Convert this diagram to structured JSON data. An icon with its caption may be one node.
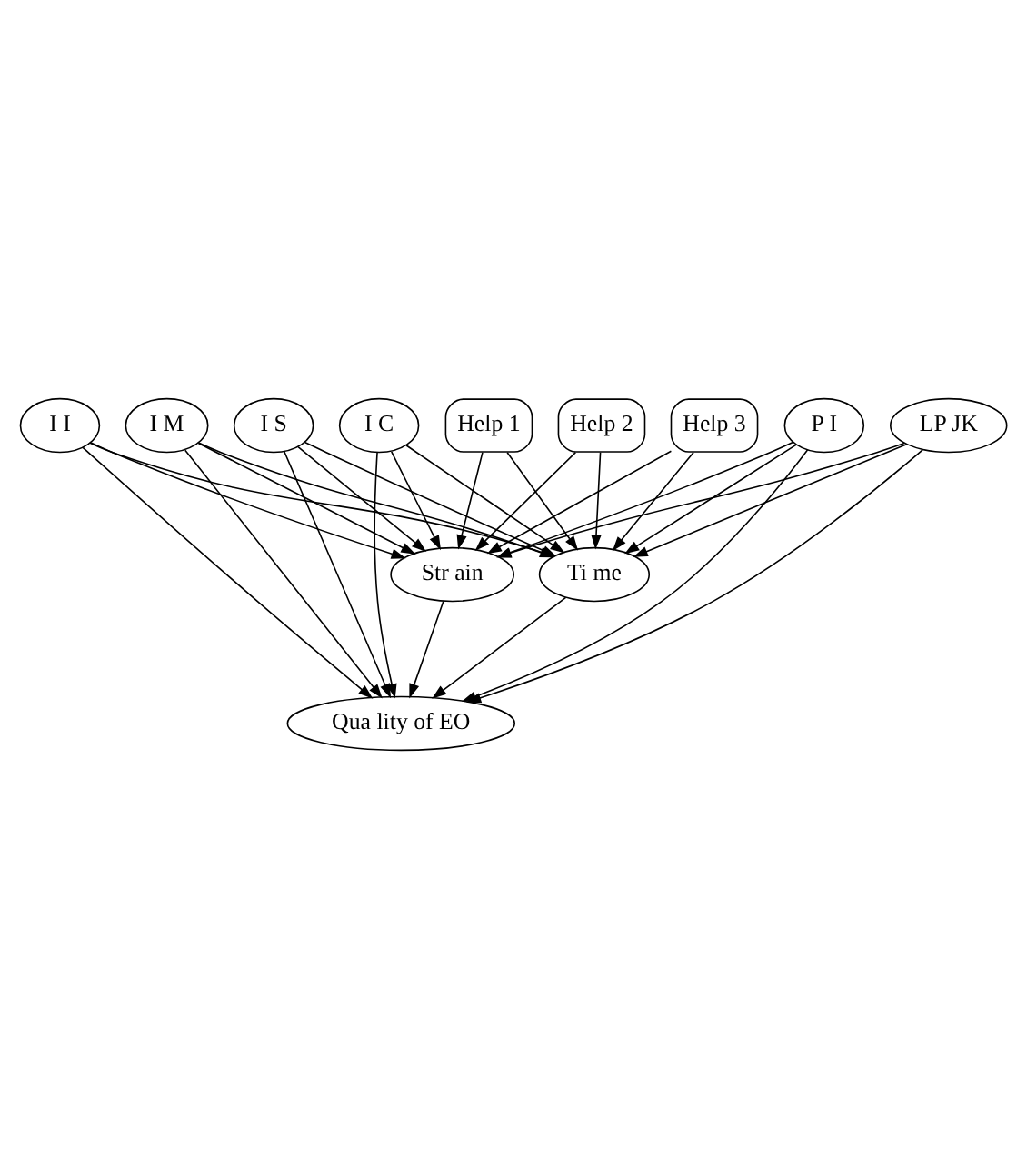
{
  "diagram": {
    "nodes": [
      {
        "text": [
          "Help 1"
        ]
      },
      {
        "text": [
          "Help 2"
        ]
      },
      {
        "text": [
          "Help 3"
        ]
      },
      {
        "text": [
          "I I"
        ]
      },
      {
        "text": [
          "I M"
        ]
      },
      {
        "text": [
          "I S"
        ]
      },
      {
        "text": [
          "I C"
        ]
      },
      {
        "text": [
          "P I"
        ]
      },
      {
        "text": [
          "LP JK"
        ]
      },
      {
        "text": [
          "Ti me"
        ]
      },
      {
        "text": [
          "Str ain"
        ]
      },
      {
        "text": [
          "Qua lity of EO"
        ]
      }
    ],
    "edges": [
      {
        "from": 0,
        "to": 9,
        "arrow": "to"
      },
      {
        "from": 0,
        "to": 10,
        "arrow": "to"
      },
      {
        "from": 1,
        "to": 9,
        "arrow": "to"
      },
      {
        "from": 1,
        "to": 10,
        "arrow": "to"
      },
      {
        "from": 2,
        "to": 9,
        "arrow": "to"
      },
      {
        "from": 2,
        "to": 10,
        "arrow": "to"
      },
      {
        "from": 3,
        "to": 9,
        "arrow": "to"
      },
      {
        "from": 3,
        "to": 10,
        "arrow": "to"
      },
      {
        "from": 3,
        "to": 11,
        "arrow": "to"
      },
      {
        "from": 4,
        "to": 9,
        "arrow": "to"
      },
      {
        "from": 4,
        "to": 10,
        "arrow": "to"
      },
      {
        "from": 4,
        "to": 11,
        "arrow": "to"
      },
      {
        "from": 5,
        "to": 9,
        "arrow": "to"
      },
      {
        "from": 5,
        "to": 10,
        "arrow": "to"
      },
      {
        "from": 5,
        "to": 11,
        "arrow": "to"
      },
      {
        "from": 6,
        "to": 9,
        "arrow": "to"
      },
      {
        "from": 6,
        "to": 10,
        "arrow": "to"
      },
      {
        "from": 6,
        "to": 11,
        "arrow": "to"
      },
      {
        "from": 7,
        "to": 9,
        "arrow": "to"
      },
      {
        "from": 7,
        "to": 10,
        "arrow": "to"
      },
      {
        "from": 7,
        "to": 11,
        "arrow": "to"
      },
      {
        "from": 8,
        "to": 9,
        "arrow": "to"
      },
      {
        "from": 8,
        "to": 10,
        "arrow": "to"
      },
      {
        "from": 8,
        "to": 11,
        "arrow": "to"
      },
      {
        "from": 9,
        "to": 11,
        "arrow": "to"
      },
      {
        "from": 10,
        "to": 11,
        "arrow": "to"
      }
    ]
  }
}
